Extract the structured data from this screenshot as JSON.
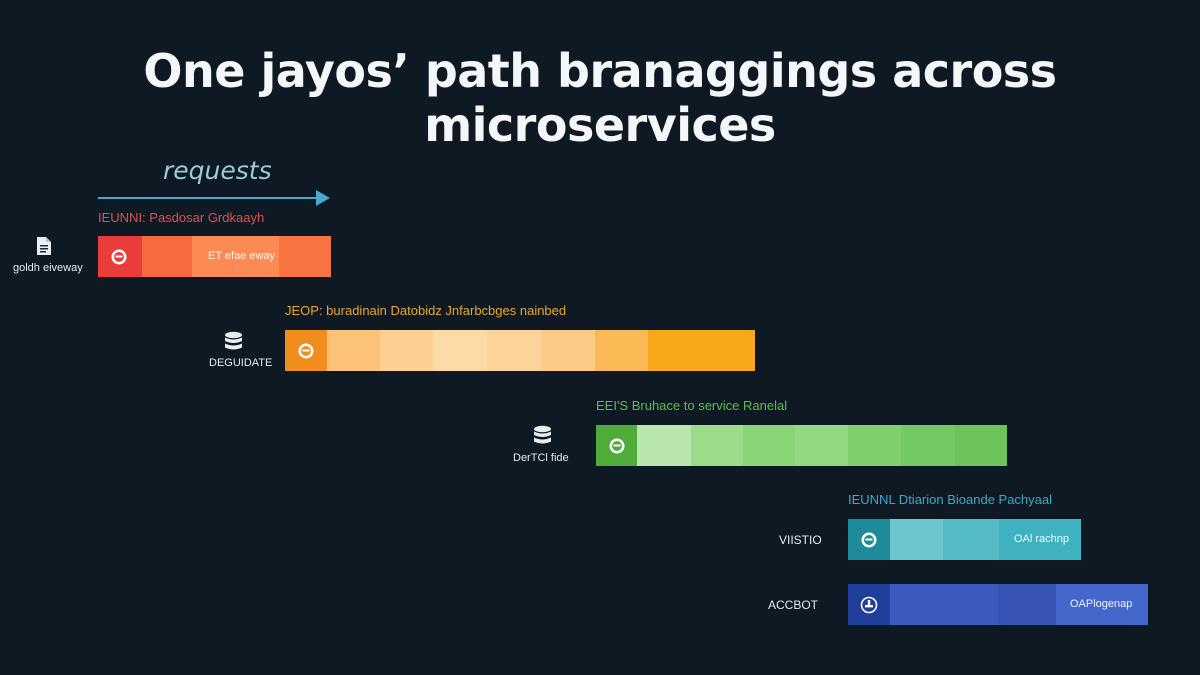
{
  "title": "One jayos’ path branaggings across microservices",
  "axis": {
    "label": "requests"
  },
  "lanes": [
    {
      "service": "goldh eiveway",
      "header": "IEUNNI: Pasdosar Grdkaayh",
      "bar_text": "ET efae eway",
      "header_color": "#e0514a",
      "icon": "document-icon"
    },
    {
      "service": "DEGUIDATE",
      "header": "JEOP: buradinain Datobidz Jnfarbcbges nainbed",
      "bar_text": "",
      "header_color": "#e8a92c",
      "icon": "database-icon"
    },
    {
      "service": "DerTCl fide",
      "header": "EEI'S Bruhace to service Ranelal",
      "bar_text": "",
      "header_color": "#5fbf4c",
      "icon": "database-icon"
    },
    {
      "service": "VIISTIO",
      "header": "IEUNNL Dtiarion Bioande Pachyaal",
      "bar_text": "OAl rachnp",
      "header_color": "#3fa9c9",
      "icon": ""
    },
    {
      "service": "ACCBOT",
      "header": "",
      "bar_text": "OAPlogenap",
      "header_color": "",
      "icon": ""
    }
  ]
}
